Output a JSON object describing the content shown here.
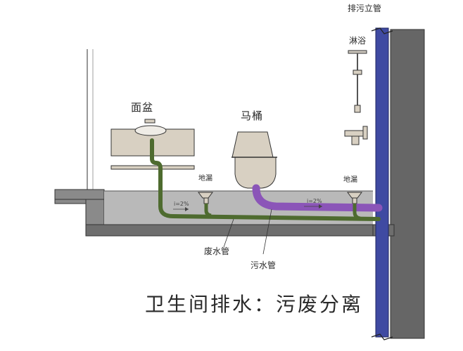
{
  "labels": {
    "main_stack": "排污立管",
    "shower": "淋浴",
    "washbasin": "面盆",
    "toilet": "马桶",
    "floor_drain_left": "地漏",
    "floor_drain_right": "地漏",
    "slope_left": "i=2%",
    "slope_right": "i=2%",
    "wastewater_pipe": "废水管",
    "sewage_pipe": "污水管",
    "caption": "卫生间排水：污废分离"
  },
  "colors": {
    "wastewater_pipe": "#4e6b2f",
    "sewage_pipe": "#8b55b8",
    "main_stack": "#3f4aa2",
    "wall": "#6f6f6f",
    "fixtures": "#d8d0c2",
    "floor_fill": "#b9b9b9"
  }
}
